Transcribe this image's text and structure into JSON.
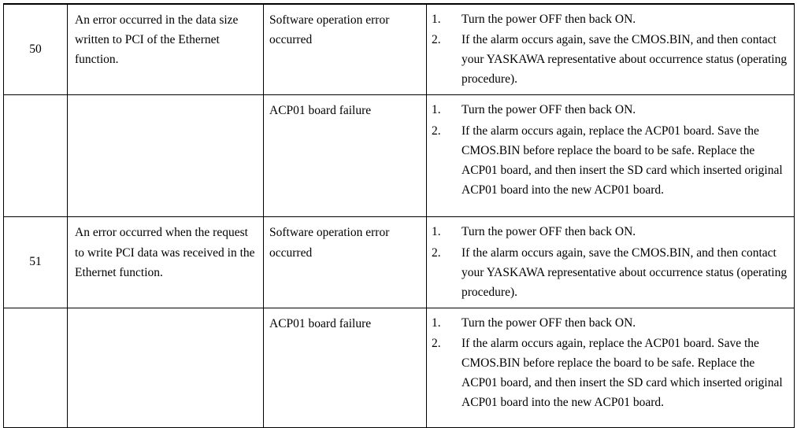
{
  "table": {
    "columns": [
      "code",
      "description",
      "cause",
      "remedy"
    ],
    "rows": [
      {
        "code": "50",
        "description": "An error occurred in the data size written to PCI of the Ethernet function.",
        "cause": "Software operation error occurred",
        "remedy_items": [
          {
            "num": "1.",
            "text": "Turn the power OFF then back ON."
          },
          {
            "num": "2.",
            "text": "If the alarm occurs again, save the CMOS.BIN, and then contact your YASKAWA representative about occurrence status (operating procedure)."
          }
        ]
      },
      {
        "code": "",
        "description": "",
        "cause": "ACP01 board failure",
        "remedy_items": [
          {
            "num": "1.",
            "text": "Turn the power OFF then back ON."
          },
          {
            "num": "2.",
            "text": "If the alarm occurs again, replace the ACP01 board. Save the CMOS.BIN before replace the board to be safe. Replace the ACP01 board, and then insert the SD card which inserted original ACP01 board into the new ACP01 board."
          }
        ]
      },
      {
        "code": "51",
        "description": "An error occurred when the request to write PCI data was received in the Ethernet function.",
        "cause": "Software operation error occurred",
        "remedy_items": [
          {
            "num": "1.",
            "text": "Turn the power OFF then back ON."
          },
          {
            "num": "2.",
            "text": "If the alarm occurs again, save the CMOS.BIN, and then contact your YASKAWA representative about occurrence status (operating procedure)."
          }
        ]
      },
      {
        "code": "",
        "description": "",
        "cause": "ACP01 board failure",
        "remedy_items": [
          {
            "num": "1.",
            "text": "Turn the power OFF then back ON."
          },
          {
            "num": "2.",
            "text": "If the alarm occurs again, replace the ACP01 board. Save the CMOS.BIN before replace the board to be safe. Replace the ACP01 board, and then insert the SD card which inserted original ACP01 board into the new ACP01 board."
          }
        ]
      }
    ]
  },
  "colors": {
    "border": "#000000",
    "text": "#000000",
    "background": "#ffffff"
  }
}
